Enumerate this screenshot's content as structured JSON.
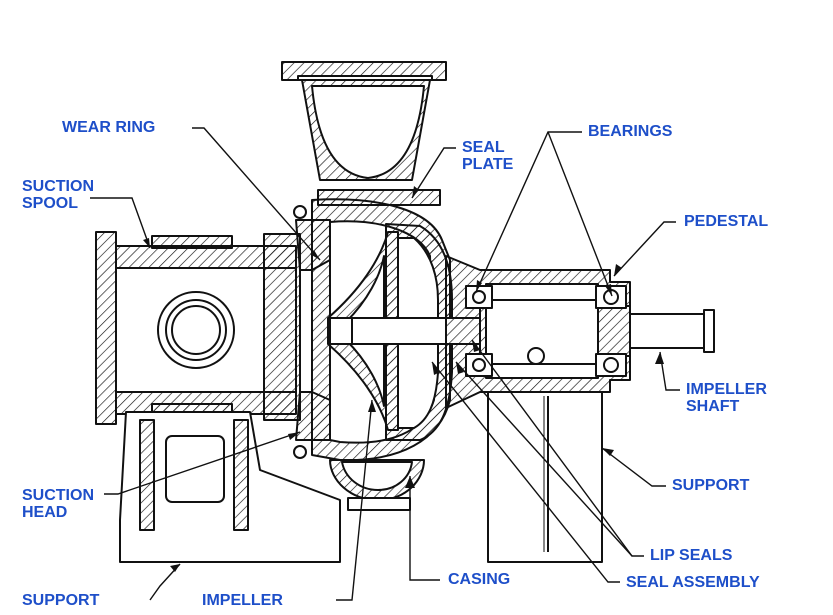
{
  "labels": {
    "wear_ring": "WEAR RING",
    "suction_spool_1": "SUCTION",
    "suction_spool_2": "SPOOL",
    "seal_plate_1": "SEAL",
    "seal_plate_2": "PLATE",
    "bearings": "BEARINGS",
    "pedestal": "PEDESTAL",
    "impeller_shaft_1": "IMPELLER",
    "impeller_shaft_2": "SHAFT",
    "support_right": "SUPPORT",
    "suction_head_1": "SUCTION",
    "suction_head_2": "HEAD",
    "lip_seals": "LIP SEALS",
    "casing": "CASING",
    "seal_assembly": "SEAL ASSEMBLY",
    "support_left": "SUPPORT",
    "impeller": "IMPELLER"
  },
  "colors": {
    "label": "#1e4fc9",
    "line": "#111111",
    "background": "#ffffff"
  }
}
